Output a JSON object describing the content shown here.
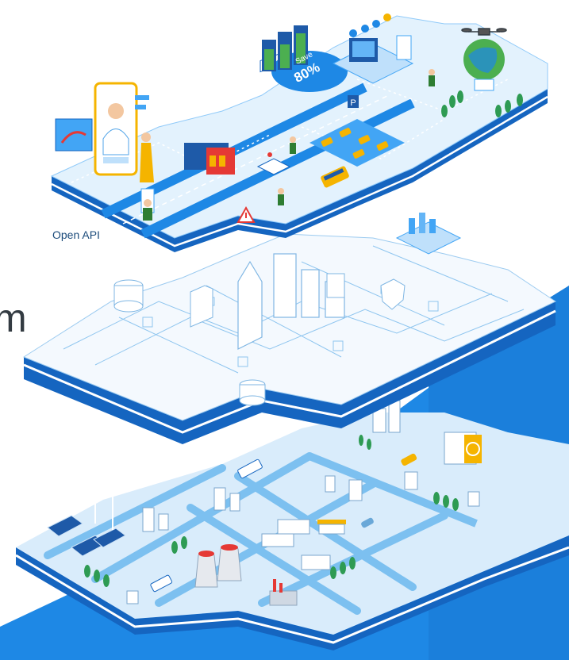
{
  "labels": {
    "open_api": "Open API",
    "save_word": "Save",
    "save_percent": "80%",
    "left_fragment": "m"
  },
  "colors": {
    "brand_blue": "#1e88e5",
    "platform_top": "#e3f2fd",
    "platform_side": "#1565c0",
    "panel_blue": "#42a5f5",
    "accent_yellow": "#f5b400",
    "accent_red": "#e53935",
    "tree_green": "#2e9b53"
  },
  "icons": [
    "doctor-icon",
    "ambulance-icon",
    "bus-icon",
    "drone-icon",
    "globe-icon",
    "parking-icon",
    "warning-icon",
    "shield-icon",
    "folder-icon",
    "database-icon",
    "server-icon",
    "solar-panel-icon",
    "wind-turbine-icon",
    "cooling-tower-icon",
    "gas-station-icon",
    "car-icon",
    "tree-icon",
    "battery-icon"
  ]
}
